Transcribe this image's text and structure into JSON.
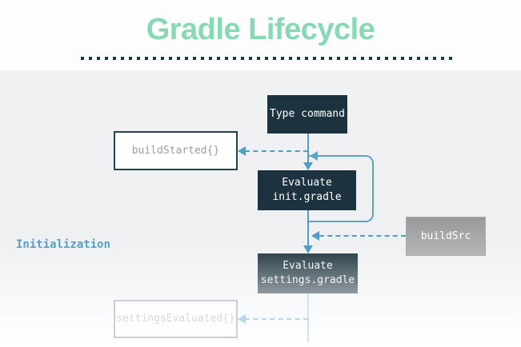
{
  "header": {
    "title": "Gradle Lifecycle"
  },
  "phase": {
    "label": "Initialization"
  },
  "nodes": {
    "type_command": {
      "label": "Type command"
    },
    "build_started": {
      "label": "buildStarted{}"
    },
    "evaluate_init": {
      "label": "Evaluate\ninit.gradle"
    },
    "build_src": {
      "label": "buildSrc"
    },
    "evaluate_settings": {
      "label": "Evaluate\nsettings.gradle"
    },
    "settings_evaluated": {
      "label": "settingsEvaluated{}"
    }
  },
  "colors": {
    "title_green": "#87d9b3",
    "dot_rule_navy": "#1e3a46",
    "box_dark_navy": "#1c323e",
    "arrow_blue": "#4f9fc3",
    "loop_blue": "#57a5c7",
    "faded_blue": "#bad5e5",
    "phase_label_blue": "#599fc4",
    "hook_text_gray": "#9b9ea1",
    "faded_text_gray": "#d5d9db",
    "build_src_gray": "#a6a7a8",
    "diagram_bg": "#f0f1f2"
  }
}
